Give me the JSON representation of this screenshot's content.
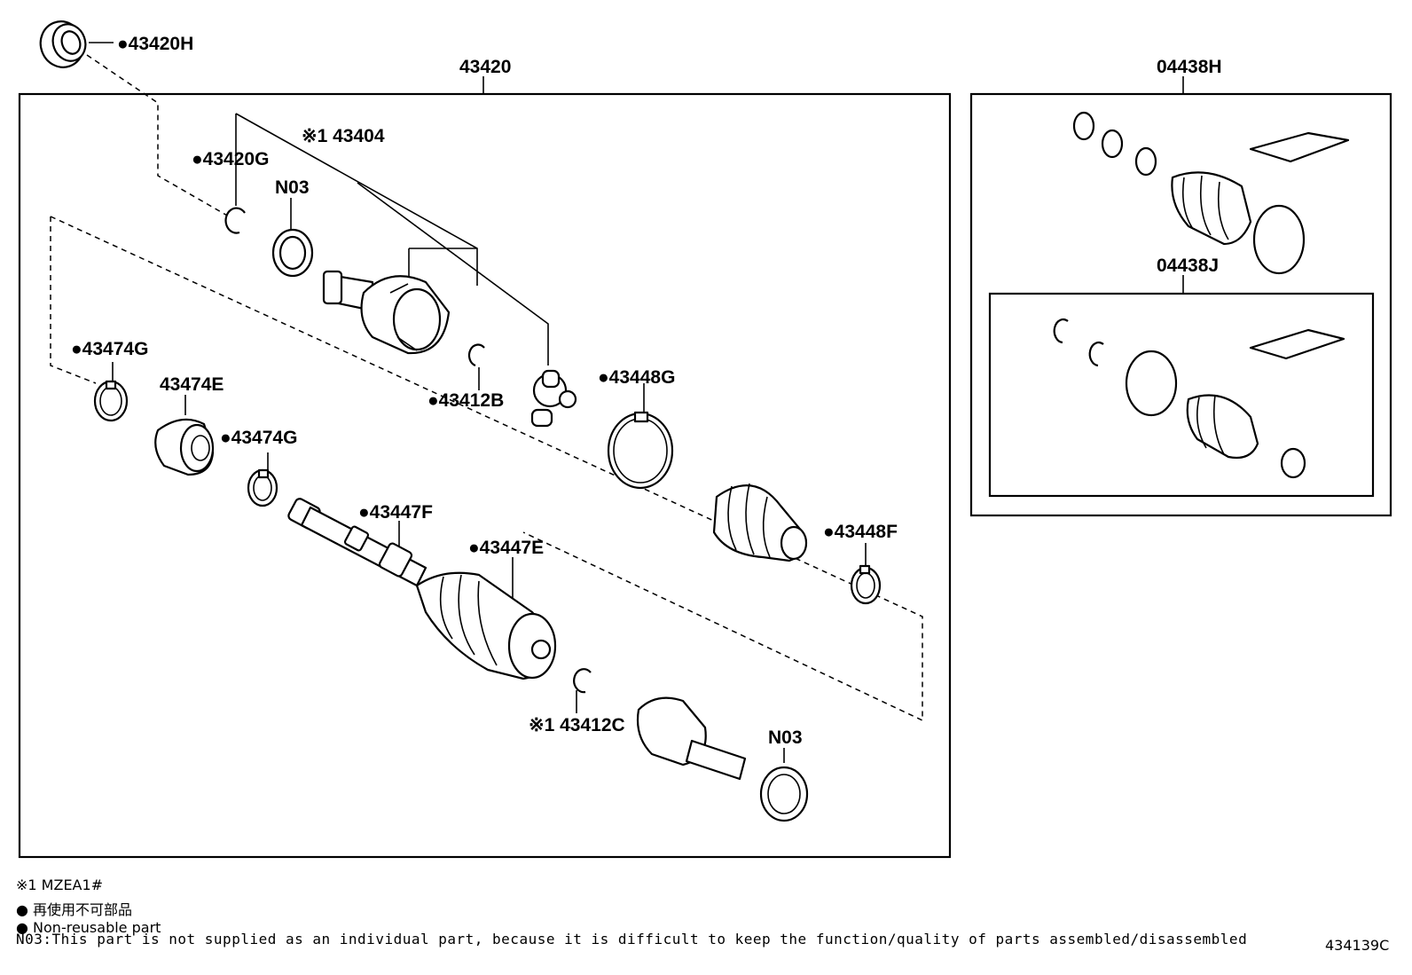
{
  "labels": {
    "p43420H": "●43420H",
    "p43420": "43420",
    "p43404": "※1 43404",
    "p43420G": "●43420G",
    "pN03a": "N03",
    "p43474G_a": "●43474G",
    "p43474E": "43474E",
    "p43474G_b": "●43474G",
    "p43412B": "●43412B",
    "p43448G": "●43448G",
    "p43447F": "●43447F",
    "p43447E": "●43447E",
    "p43448F": "●43448F",
    "p43412C": "※1 43412C",
    "pN03b": "N03",
    "p04438H": "04438H",
    "p04438J": "04438J"
  },
  "legend": {
    "note1": "※1 MZEA1#",
    "non_reusable_ja": "● 再使用不可部品",
    "non_reusable_en": "● Non-reusable part",
    "n03_note": "N03:This part is not supplied as an individual part, because it is difficult to keep the function/quality of parts assembled/disassembled",
    "drawing_id": "434139C"
  }
}
